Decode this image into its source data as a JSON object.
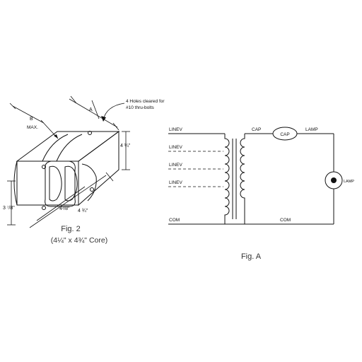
{
  "fig2": {
    "note_line1": "4 Holes cleared for",
    "note_line2": "#10 thru-bolts",
    "label_b": "B",
    "label_max": "MAX.",
    "label_a": "A",
    "dim_width": "4 ¼\"",
    "dim_height": "3 ⁷/8\"",
    "dim_depth1": "4³/8\"",
    "dim_depth2": "4 ¾\"",
    "caption_title": "Fig. 2",
    "caption_sub": "(4¼\" x 4¾\" Core)"
  },
  "figA": {
    "taps": [
      "LINEV",
      "LINEV",
      "LINEV",
      "LINEV"
    ],
    "com_left": "COM",
    "com_right": "COM",
    "cap_label": "CAP",
    "cap_component": "CAP",
    "lamp_label": "LAMP",
    "lamp_component": "LAMP",
    "caption": "Fig. A"
  }
}
